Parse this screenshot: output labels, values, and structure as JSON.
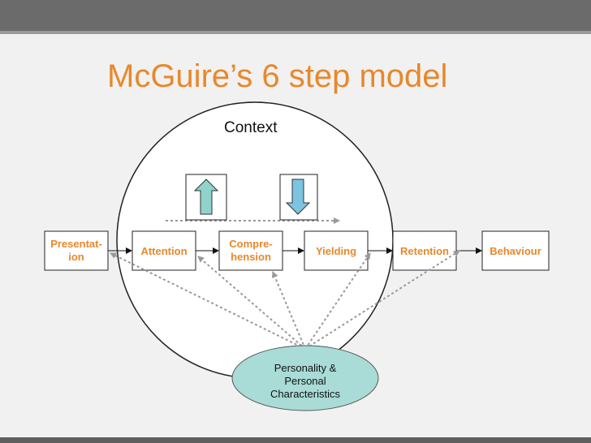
{
  "slide": {
    "title": "McGuire’s 6 step model",
    "context_label": "Context",
    "steps": [
      {
        "line1": "Presentat-",
        "line2": "ion"
      },
      {
        "line1": "Attention",
        "line2": ""
      },
      {
        "line1": "Compre-",
        "line2": "hension"
      },
      {
        "line1": "Yielding",
        "line2": ""
      },
      {
        "line1": "Retention",
        "line2": ""
      },
      {
        "line1": "Behaviour",
        "line2": ""
      }
    ],
    "personality": {
      "line1": "Personality &",
      "line2": "Personal",
      "line3": "Characteristics"
    }
  },
  "colors": {
    "accent": "#e8882b",
    "personality_fill": "#a9dcd6",
    "up_arrow_fill": "#8fd3cc",
    "down_arrow_fill": "#7cc4e0",
    "dotted": "#999999"
  }
}
